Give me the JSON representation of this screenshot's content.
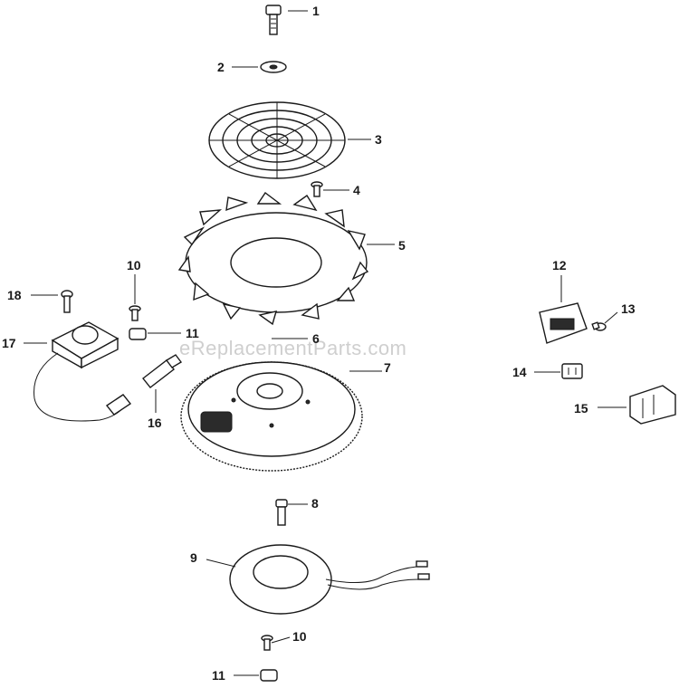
{
  "watermark": "eReplacementParts.com",
  "callouts": {
    "c1": "1",
    "c2": "2",
    "c3": "3",
    "c4": "4",
    "c5": "5",
    "c6": "6",
    "c7": "7",
    "c8": "8",
    "c9": "9",
    "c10a": "10",
    "c10b": "10",
    "c11a": "11",
    "c11b": "11",
    "c12": "12",
    "c13": "13",
    "c14": "14",
    "c15": "15",
    "c16": "16",
    "c17": "17",
    "c18": "18"
  },
  "colors": {
    "line": "#1a1a1a",
    "watermark": "#cfcfcf"
  }
}
